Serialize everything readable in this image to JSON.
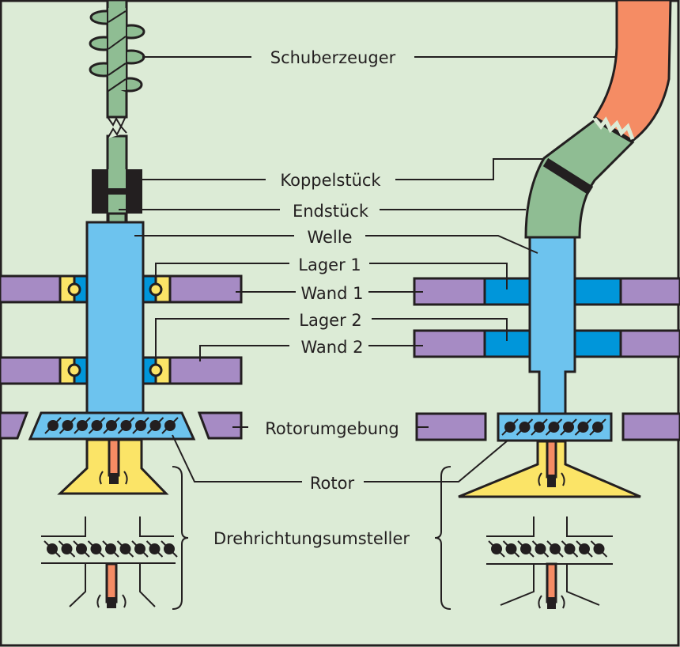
{
  "title": "Schubumkehr-Diagramm",
  "colors": {
    "background": "#dcebd6",
    "shaft": "#6dc3ee",
    "bearing": "#0096da",
    "wall": "#a68bc4",
    "green_part": "#8fbd93",
    "coupling": "#231f20",
    "hose": "#f58c64",
    "yellow": "#fbe467",
    "outline": "#231f20"
  },
  "labels": {
    "schuberzeuger": "Schuberzeuger",
    "koppelstueck": "Koppelstück",
    "endstueck": "Endstück",
    "welle": "Welle",
    "lager1": "Lager 1",
    "wand1": "Wand 1",
    "lager2": "Lager 2",
    "wand2": "Wand 2",
    "rotorumgebung": "Rotorumgebung",
    "rotor": "Rotor",
    "drehrichtungsumsteller": "Drehrichtungsumsteller"
  }
}
